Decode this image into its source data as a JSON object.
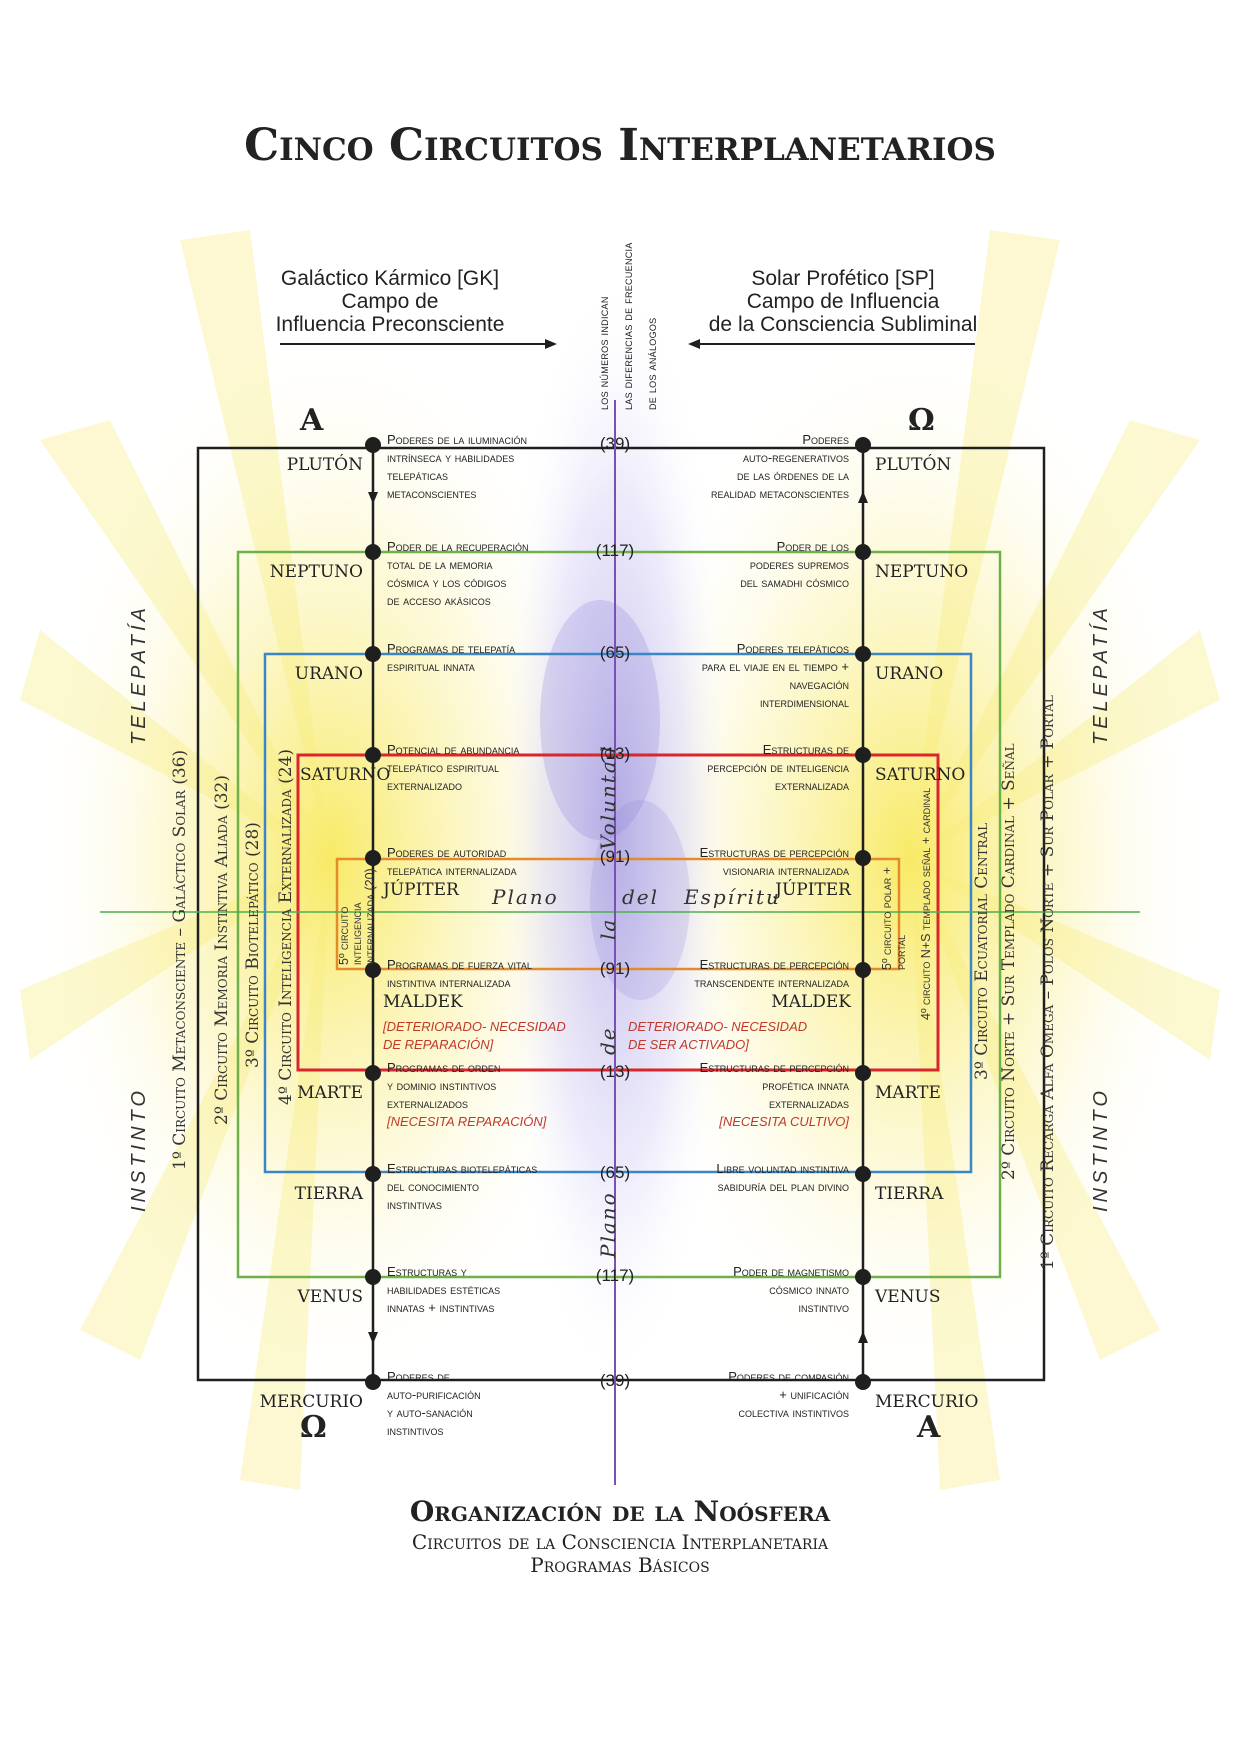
{
  "title": "Cinco Circuitos Interplanetarios",
  "header_left": {
    "line1": "Galáctico Kármico [GK]",
    "line2": "Campo de",
    "line3": "Influencia Preconsciente"
  },
  "header_right": {
    "line1": "Solar Profético [SP]",
    "line2": "Campo de Influencia",
    "line3": "de la Consciencia Subliminal"
  },
  "center_note": {
    "line1": "los números indican",
    "line2": "las diferencias de frecuencia",
    "line3": "de los análogos"
  },
  "symbols": {
    "alpha": "A",
    "omega": "Ω"
  },
  "sides": {
    "telepatia": "TELEPATÍA",
    "instinto": "INSTINTO"
  },
  "plane": {
    "espiritu": [
      "Plano",
      "del",
      "Espíritu"
    ],
    "voluntad": [
      "Plano",
      "de",
      "la",
      "Voluntad"
    ]
  },
  "rows": [
    {
      "left_planet": "PLUTÓN",
      "right_planet": "PLUTÓN",
      "number": "(39)",
      "left_desc": "Poderes de la iluminación\nintrínseca y habilidades\ntelepáticas\nmetaconscientes",
      "right_desc": "Poderes\nauto-regenerativos\nde las órdenes de la\nrealidad metaconscientes"
    },
    {
      "left_planet": "NEPTUNO",
      "right_planet": "NEPTUNO",
      "number": "(117)",
      "left_desc": "Poder de la recuperación\ntotal de la memoria\ncósmica y los códigos\nde acceso akásicos",
      "right_desc": "Poder de los\npoderes supremos\ndel samadhi cósmico"
    },
    {
      "left_planet": "URANO",
      "right_planet": "URANO",
      "number": "(65)",
      "left_desc": "Programas de telepatía\nespiritual innata",
      "right_desc": "Poderes telepáticos\npara el viaje en el tiempo +\nnavegación\ninterdimensional"
    },
    {
      "left_planet": "SATURNO",
      "right_planet": "SATURNO",
      "number": "(13)",
      "left_desc": "Potencial de abundancia\ntelepático espiritual\nexternalizado",
      "right_desc": "Estructuras de\npercepción de inteligencia\nexternalizada"
    },
    {
      "left_planet": "JÚPITER",
      "right_planet": "JÚPITER",
      "number": "(91)",
      "left_desc": "Poderes de autoridad\ntelepática internalizada",
      "right_desc": "Estructuras de percepción\nvisionaria internalizada"
    },
    {
      "left_planet": "MALDEK",
      "right_planet": "MALDEK",
      "number": "(91)",
      "left_desc": "Programas de fuerza vital\ninstintiva internalizada",
      "right_desc": "Estructuras de percepción\ntranscendente internalizada",
      "left_note": "[DETERIORADO- NECESIDAD\nDE REPARACIÓN]",
      "right_note": "DETERIORADO- NECESIDAD\nDE SER ACTIVADO]"
    },
    {
      "left_planet": "MARTE",
      "right_planet": "MARTE",
      "number": "(13)",
      "left_desc": "Programas de orden\ny dominio instintivos\nexternalizados",
      "right_desc": "Estructuras de percepción\nprofética innata\nexternalizadas",
      "left_note": "[NECESITA REPARACIÓN]",
      "right_note": "[NECESITA CULTIVO]"
    },
    {
      "left_planet": "TIERRA",
      "right_planet": "TIERRA",
      "number": "(65)",
      "left_desc": "Estructuras biotelepáticas\ndel conocimiento\ninstintivas",
      "right_desc": "Libre voluntad instintiva\nsabiduría del plan divino"
    },
    {
      "left_planet": "VENUS",
      "right_planet": "VENUS",
      "number": "(117)",
      "left_desc": "Estructuras y\nhabilidades estéticas\ninnatas + instintivas",
      "right_desc": "Poder de magnetismo\ncósmico innato\ninstintivo"
    },
    {
      "left_planet": "MERCURIO",
      "right_planet": "MERCURIO",
      "number": "(39)",
      "left_desc": "Poderes de\nauto-purificación\ny auto-sanación\ninstintivos",
      "right_desc": "Poderes de compasión\n+ unificación\ncolectiva instintivos"
    }
  ],
  "circuits_left": [
    {
      "label": "1º Circuito   Metaconsciente   – Galáctico Solar (36)"
    },
    {
      "label": "2º Circuito   Memoria Instintiva Aliada   (32)"
    },
    {
      "label": "3º Circuito   Biotelepático   (28)"
    },
    {
      "label": "4º Circuito   Inteligencia Externalizada   (24)"
    },
    {
      "label": "5º circuito  inteligencia  internalizada (20)"
    }
  ],
  "circuits_right": [
    {
      "label": "1º Circuito   Recarga Alfa Omega –   Polos Norte + Sur   Polar + Portal"
    },
    {
      "label": "2º Circuito   Norte + Sur Templado   Cardinal + Señal"
    },
    {
      "label": "3º Circuito   Ecuatorial   Central"
    },
    {
      "label": "4º circuito N+S templado   señal + cardinal"
    },
    {
      "label": "5º circuito  polar + portal"
    }
  ],
  "footer": {
    "title": "Organización de la Noósfera",
    "line1": "Circuitos de la Consciencia Interplanetaria",
    "line2": "Programas Básicos"
  },
  "colors": {
    "circuit1": "#1f1f1f",
    "circuit2": "#6fb04a",
    "circuit3": "#3b86c6",
    "circuit4": "#d9262c",
    "circuit5": "#e58a2a",
    "axis": "#7b4fb3",
    "equator": "#4caf50",
    "glow": "#f5e34a"
  }
}
